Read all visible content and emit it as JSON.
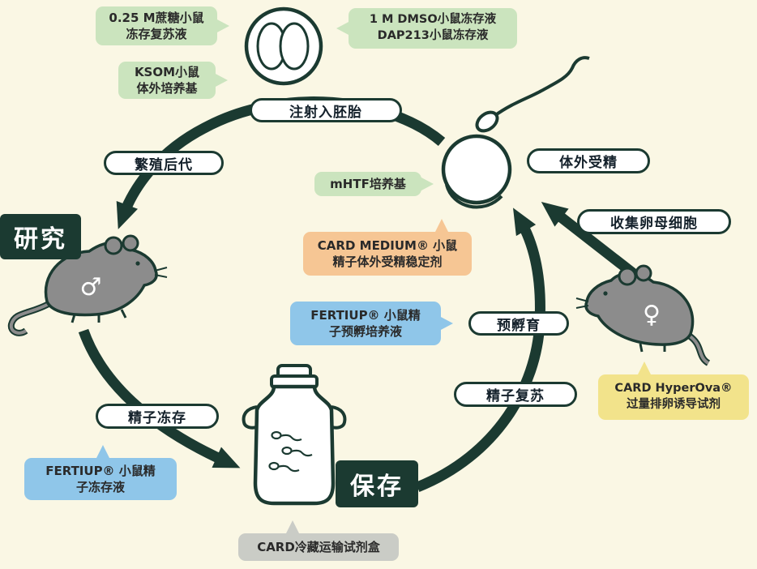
{
  "colors": {
    "background": "#FAF7E4",
    "dark_teal": "#1B3A31",
    "green_label": "#CBE4BE",
    "blue_label": "#8FC6E9",
    "orange_label": "#F6C694",
    "yellow_label": "#F2E38B",
    "gray_label": "#CACCC6",
    "mouse_gray": "#8C8C8C"
  },
  "stages": {
    "inject_embryo": "注射入胚胎",
    "breed_offspring": "繁殖后代",
    "ivf": "体外受精",
    "collect_oocytes": "收集卵母细胞",
    "preincubation": "预孵育",
    "sperm_thaw": "精子复苏",
    "sperm_freeze": "精子冻存"
  },
  "endpoints": {
    "research": "研究",
    "preserve": "保存"
  },
  "products": {
    "sucrose": {
      "line1": "0.25 M蔗糖小鼠",
      "line2": "冻存复苏液"
    },
    "dmso": {
      "line1": "1 M DMSO小鼠冻存液",
      "line2": "DAP213小鼠冻存液"
    },
    "ksom": {
      "line1": "KSOM小鼠",
      "line2": "体外培养基"
    },
    "mhtf": {
      "line1": "mHTF培养基"
    },
    "card_medium": {
      "line1": "CARD MEDIUM® 小鼠",
      "line2": "精子体外受精稳定剂"
    },
    "fertiup_preincubation": {
      "line1": "FERTIUP® 小鼠精",
      "line2": "子预孵培养液"
    },
    "fertiup_freeze": {
      "line1": "FERTIUP® 小鼠精",
      "line2": "子冻存液"
    },
    "hyperova": {
      "line1": "CARD HyperOva®",
      "line2": "过量排卵诱导试剂"
    },
    "transport": {
      "line1": "CARD冷藏运输试剂盒"
    }
  },
  "symbols": {
    "male": "♂",
    "female": "♀"
  }
}
